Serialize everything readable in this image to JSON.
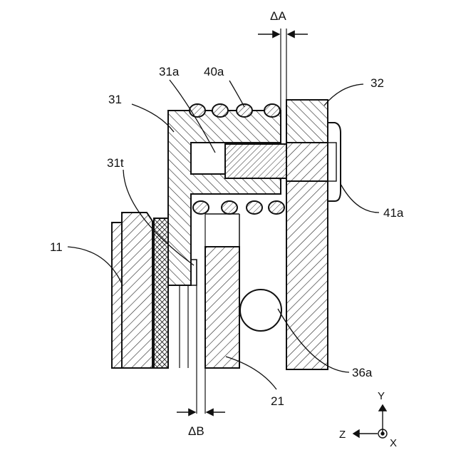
{
  "labels": {
    "delta_a": "ΔA",
    "delta_b": "ΔB",
    "l32": "32",
    "l40a": "40a",
    "l31a": "31a",
    "l31": "31",
    "l31t": "31t",
    "l11": "11",
    "l41a": "41a",
    "l36a": "36a",
    "l21": "21"
  },
  "axes": {
    "y": "Y",
    "z": "Z",
    "x": "X"
  }
}
